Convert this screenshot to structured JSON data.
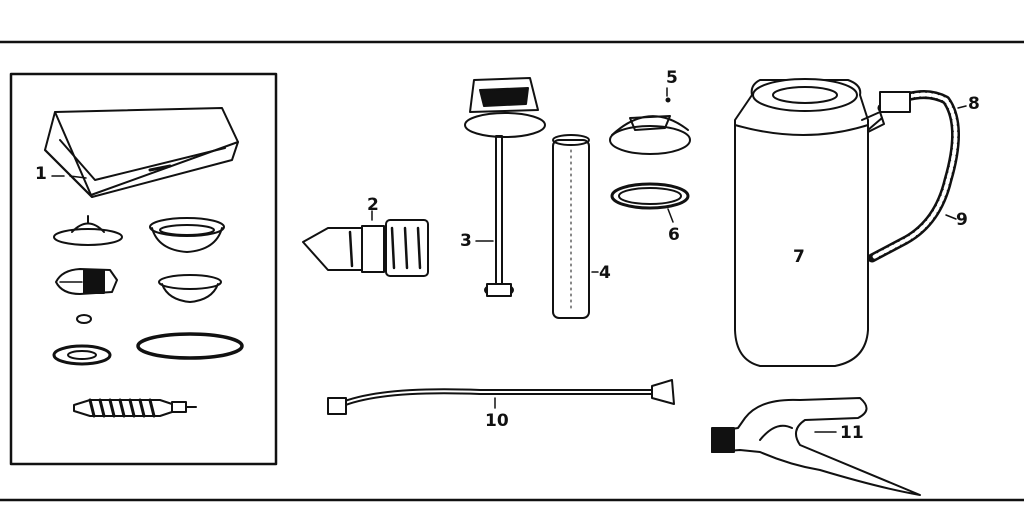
{
  "diagram": {
    "type": "exploded parts diagram",
    "labels": {
      "p1": "1",
      "p2": "2",
      "p3": "3",
      "p4": "4",
      "p5": "5",
      "p6": "6",
      "p7": "7",
      "p8": "8",
      "p9": "9",
      "p10": "10",
      "p11": "11"
    }
  }
}
